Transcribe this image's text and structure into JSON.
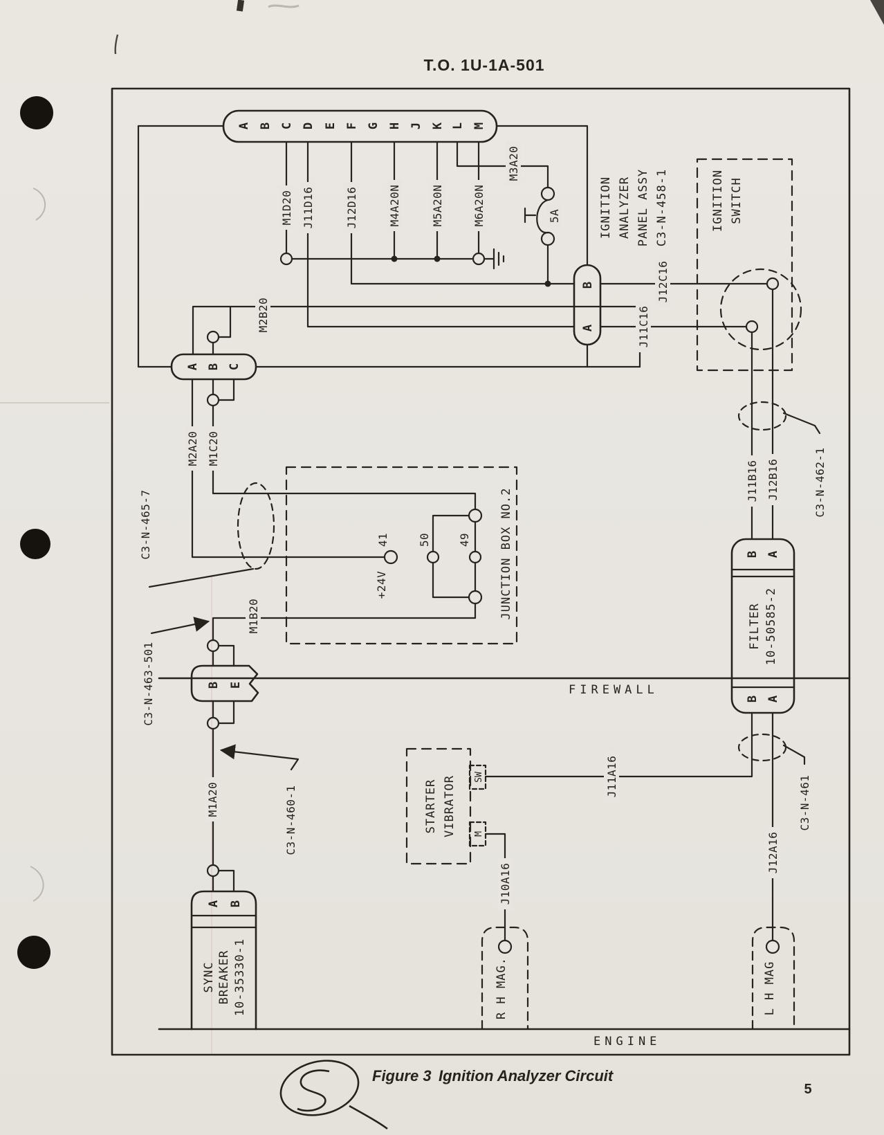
{
  "header": {
    "to_number": "T.O. 1U-1A-501"
  },
  "footer": {
    "figure_label": "Figure 3",
    "figure_title": "Ignition Analyzer Circuit",
    "page_number": "5",
    "handwritten_mark": "S"
  },
  "colors": {
    "ink": "#26231d",
    "paper": "#e8e5e0"
  },
  "diagram": {
    "terminal_strip": {
      "letters": [
        "A",
        "B",
        "C",
        "D",
        "E",
        "F",
        "G",
        "H",
        "J",
        "K",
        "L",
        "M"
      ]
    },
    "wires": {
      "m1d20": "M1D20",
      "j11d16": "J11D16",
      "j12d16": "J12D16",
      "m4a20n": "M4A20N",
      "m5a20n": "M5A20N",
      "m6a20n": "M6A20N",
      "m3a20": "M3A20",
      "m2b20": "M2B20",
      "m2a20": "M2A20",
      "m1c20": "M1C20",
      "m1b20": "M1B20",
      "m1a20": "M1A20",
      "j12c16": "J12C16",
      "j11c16": "J11C16",
      "j11b16": "J11B16",
      "j12b16": "J12B16",
      "j11a16": "J11A16",
      "j12a16": "J12A16",
      "j10a16": "J10A16"
    },
    "fuse": {
      "rating": "5A"
    },
    "panel_assy": {
      "lines": [
        "IGNITION",
        "ANALYZER",
        "PANEL ASSY",
        "C3-N-458-1"
      ]
    },
    "ignition_switch": {
      "lines": [
        "IGNITION",
        "SWITCH"
      ]
    },
    "junction_box": {
      "label": "JUNCTION BOX NO.2",
      "terminal_41": "41",
      "terminal_50": "50",
      "terminal_49": "49",
      "voltage": "+24V"
    },
    "cable_refs": {
      "c3n4657": "C3-N-465-7",
      "c3n463501": "C3-N-463-501",
      "c3n4601": "C3-N-460-1",
      "c3n4621": "C3-N-462-1",
      "c3n461": "C3-N-461"
    },
    "connectors": {
      "abc": [
        "A",
        "B",
        "C"
      ],
      "panel_ba": [
        "B",
        "A"
      ],
      "be": [
        "B",
        "E"
      ],
      "filter_top": [
        "B",
        "A"
      ],
      "filter_bottom": [
        "B",
        "A"
      ],
      "sync": [
        "A",
        "B"
      ]
    },
    "filter": {
      "lines": [
        "FILTER",
        "10-50585-2"
      ]
    },
    "sync_breaker": {
      "lines": [
        "SYNC",
        "BREAKER",
        "10-35330-1"
      ]
    },
    "starter_vibrator": {
      "lines": [
        "STARTER",
        "VIBRATOR"
      ],
      "sw_terminal": "SW",
      "m_terminal": "M"
    },
    "magnetos": {
      "rh": "R H MAG.",
      "lh": "L H MAG"
    },
    "boundaries": {
      "firewall": "FIREWALL",
      "engine": "ENGINE"
    }
  }
}
